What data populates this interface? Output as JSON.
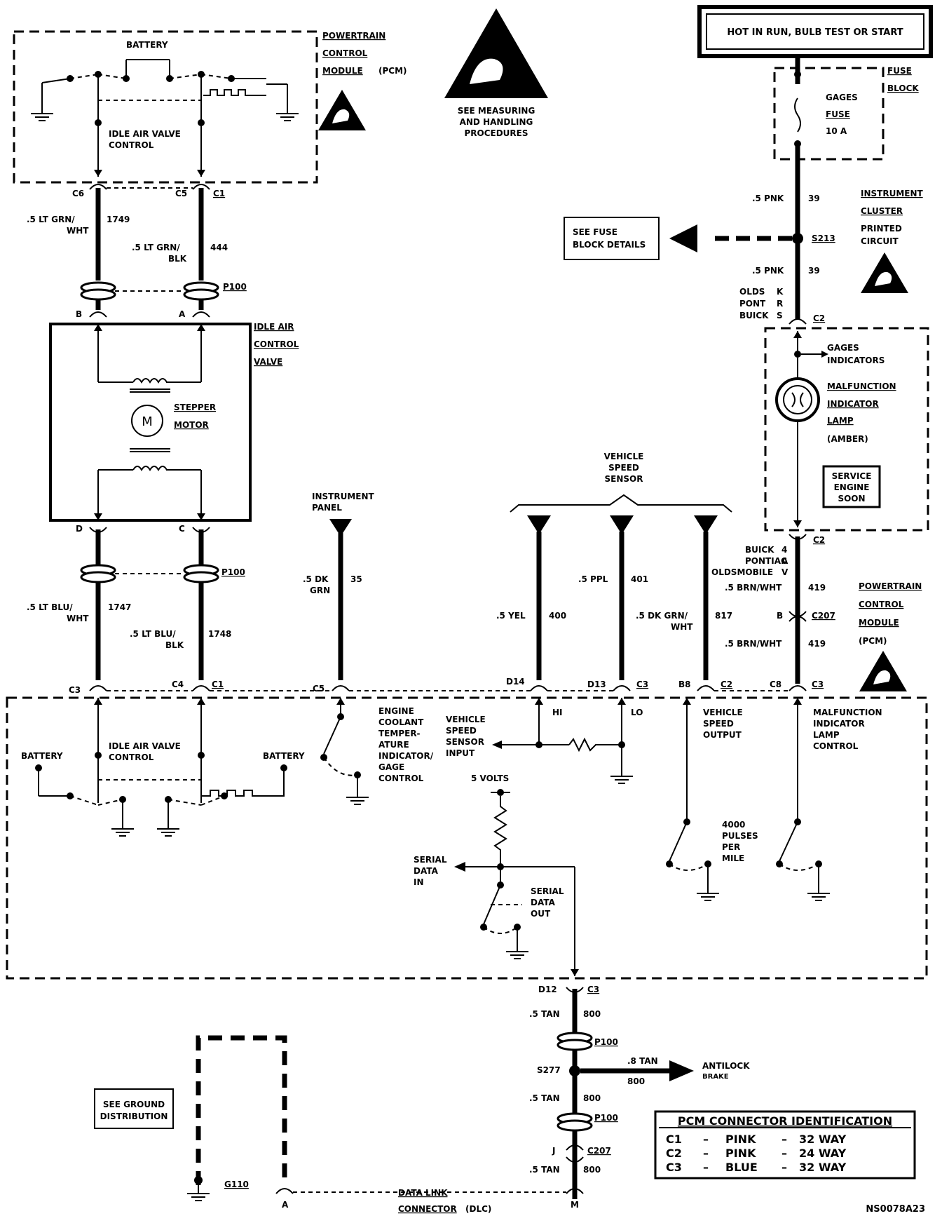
{
  "header": {
    "hot_box": "HOT IN RUN, BULB TEST OR START"
  },
  "fuse_block": {
    "label1": "FUSE",
    "label2": "BLOCK",
    "fuse_name1": "GAGES",
    "fuse_name2": "FUSE",
    "fuse_rating": "10 A"
  },
  "pcm_top": {
    "label1": "POWERTRAIN",
    "label2": "CONTROL",
    "label3": "MODULE",
    "label4": "(PCM)",
    "battery": "BATTERY",
    "iac1": "IDLE AIR VALVE",
    "iac2": "CONTROL"
  },
  "esd": {
    "l1": "SEE MEASURING",
    "l2": "AND HANDLING",
    "l3": "PROCEDURES"
  },
  "cluster": {
    "l1": "INSTRUMENT",
    "l2": "CLUSTER",
    "l3": "PRINTED",
    "l4": "CIRCUIT"
  },
  "fuse_details": {
    "l1": "SEE FUSE",
    "l2": "BLOCK DETAILS"
  },
  "splice_s213": "S213",
  "wire_39a": {
    "gauge": ".5 PNK",
    "circuit": "39"
  },
  "wire_39b": {
    "gauge": ".5 PNK",
    "circuit": "39"
  },
  "c2_top": {
    "olds": "OLDS",
    "pont": "PONT",
    "buick": "BUICK",
    "k": "K",
    "r": "R",
    "s": "S",
    "label": "C2"
  },
  "mil": {
    "gages1": "GAGES",
    "gages2": "INDICATORS",
    "l1": "MALFUNCTION",
    "l2": "INDICATOR",
    "l3": "LAMP",
    "l4": "(AMBER)",
    "ses1": "SERVICE",
    "ses2": "ENGINE",
    "ses3": "SOON"
  },
  "c2_bot": {
    "buick": "BUICK",
    "pontiac": "PONTIAC",
    "olds": "OLDSMOBILE",
    "n4": "4",
    "a": "A",
    "v": "V",
    "label": "C2"
  },
  "wire_419a": {
    "gauge": ".5 BRN/WHT",
    "circuit": "419"
  },
  "wire_419b": {
    "gauge": ".5 BRN/WHT",
    "circuit": "419"
  },
  "c207_mid": {
    "pin": "B",
    "label": "C207"
  },
  "pcm_right": {
    "l1": "POWERTRAIN",
    "l2": "CONTROL",
    "l3": "MODULE",
    "l4": "(PCM)"
  },
  "conn_top": {
    "c6": "C6",
    "c5": "C5",
    "c1": "C1"
  },
  "wire_1749": {
    "g1": ".5 LT GRN/",
    "g2": "WHT",
    "circuit": "1749"
  },
  "wire_444": {
    "g1": ".5 LT GRN/",
    "g2": "BLK",
    "circuit": "444"
  },
  "p100_a": "P100",
  "iacv": {
    "b": "B",
    "a": "A",
    "d": "D",
    "c": "C",
    "l1": "IDLE AIR",
    "l2": "CONTROL",
    "l3": "VALVE",
    "motor": "M",
    "m1": "STEPPER",
    "m2": "MOTOR"
  },
  "p100_b": "P100",
  "wire_1747": {
    "g1": ".5 LT BLU/",
    "g2": "WHT",
    "circuit": "1747"
  },
  "wire_1748": {
    "g1": ".5 LT BLU/",
    "g2": "BLK",
    "circuit": "1748"
  },
  "ip": {
    "l1": "INSTRUMENT",
    "l2": "PANEL"
  },
  "wire_35": {
    "g1": ".5 DK",
    "g2": "GRN",
    "circuit": "35"
  },
  "vss": {
    "l1": "VEHICLE",
    "l2": "SPEED",
    "l3": "SENSOR"
  },
  "wire_400": {
    "gauge": ".5 YEL",
    "circuit": "400"
  },
  "wire_401": {
    "gauge": ".5 PPL",
    "circuit": "401"
  },
  "wire_817": {
    "g1": ".5 DK GRN/",
    "g2": "WHT",
    "circuit": "817"
  },
  "pcm_pins": {
    "c3a": "C3",
    "c4": "C4",
    "c1": "C1",
    "c5": "C5",
    "d14": "D14",
    "d13": "D13",
    "c3b": "C3",
    "b8": "B8",
    "c2": "C2",
    "c8": "C8",
    "c3c": "C3"
  },
  "pcm_bot": {
    "battery_l": "BATTERY",
    "battery_r": "BATTERY",
    "iac1": "IDLE AIR VALVE",
    "iac2": "CONTROL",
    "ect1": "ENGINE",
    "ect2": "COOLANT",
    "ect3": "TEMPER-",
    "ect4": "ATURE",
    "ect5": "INDICATOR/",
    "ect6": "GAGE",
    "ect7": "CONTROL",
    "vssin1": "VEHICLE",
    "vssin2": "SPEED",
    "vssin3": "SENSOR",
    "vssin4": "INPUT",
    "hi": "HI",
    "lo": "LO",
    "vsso1": "VEHICLE",
    "vsso2": "SPEED",
    "vsso3": "OUTPUT",
    "milc1": "MALFUNCTION",
    "milc2": "INDICATOR",
    "milc3": "LAMP",
    "milc4": "CONTROL",
    "volts": "5 VOLTS",
    "sdin1": "SERIAL",
    "sdin2": "DATA",
    "sdin3": "IN",
    "sdout1": "SERIAL",
    "sdout2": "DATA",
    "sdout3": "OUT",
    "pulses1": "4000",
    "pulses2": "PULSES",
    "pulses3": "PER",
    "pulses4": "MILE"
  },
  "dlc_wire": {
    "d12": "D12",
    "c3": "C3",
    "gauge1": ".5 TAN",
    "c1": "800",
    "p100a": "P100",
    "s277": "S277",
    "branch_gauge": ".8 TAN",
    "branch_circuit": "800",
    "abs1": "ANTILOCK",
    "abs2": "BRAKE",
    "gauge2": ".5 TAN",
    "c2": "800",
    "p100b": "P100",
    "j": "J",
    "c207": "C207",
    "gauge3": ".5 TAN",
    "c3n": "800",
    "m": "M",
    "a": "A"
  },
  "ground": {
    "l1": "SEE GROUND",
    "l2": "DISTRIBUTION",
    "g110": "G110"
  },
  "dlc": {
    "l1": "DATA LINK",
    "l2": "CONNECTOR",
    "l3": "(DLC)"
  },
  "pcm_conn_id": {
    "title": "PCM CONNECTOR IDENTIFICATION",
    "rows": [
      {
        "c": "C1",
        "color": "PINK",
        "ways": "32 WAY"
      },
      {
        "c": "C2",
        "color": "PINK",
        "ways": "24 WAY"
      },
      {
        "c": "C3",
        "color": "BLUE",
        "ways": "32 WAY"
      }
    ]
  },
  "figure_id": "NS0078A23"
}
